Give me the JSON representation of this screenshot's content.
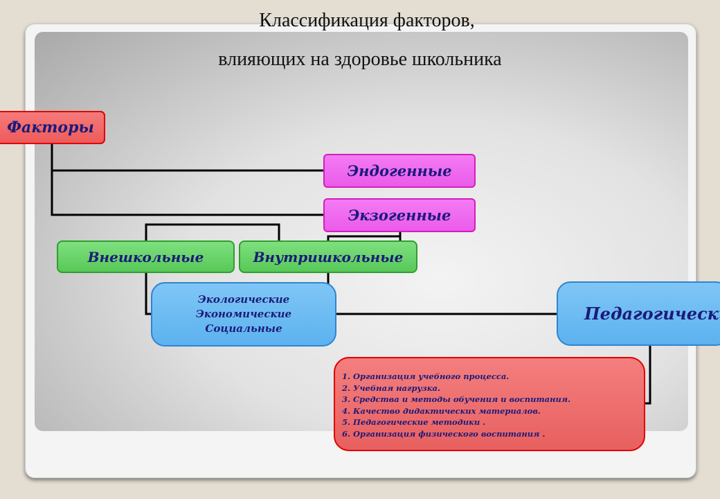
{
  "title": {
    "line1": "Классификация факторов,",
    "line2": "влияющих на здоровье школьника"
  },
  "diagram": {
    "root": "Факторы",
    "endogenous": "Эндогенные",
    "exogenous": "Экзогенные",
    "outside_school": "Внешкольные",
    "inside_school": "Внутришкольные",
    "external_types": [
      "Экологические",
      "Экономические",
      "Социальные"
    ],
    "pedagogical": "Педагогические",
    "pedagogical_items": [
      "1. Организация учебного процесса.",
      "2. Учебная нагрузка.",
      "3. Средства и методы обучения и воспитания.",
      "4. Качество дидактических материалов.",
      "5. Педагогические методики .",
      "6. Организация физического воспитания ."
    ]
  },
  "colors": {
    "root_fill": "#ee5b5b",
    "magenta_fill": "#ea5bea",
    "green_fill": "#58c858",
    "blue_fill": "#5cb2ef",
    "text": "#1b1b7a"
  }
}
